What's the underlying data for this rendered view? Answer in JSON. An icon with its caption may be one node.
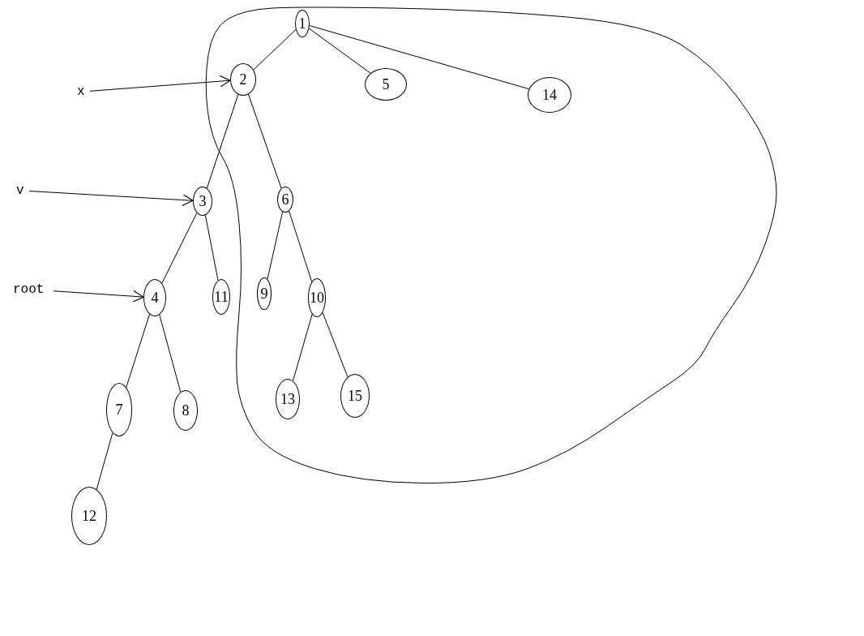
{
  "diagram": {
    "nodes": [
      {
        "text": [
          "1"
        ]
      },
      {
        "text": [
          "2"
        ]
      },
      {
        "text": [
          "5"
        ]
      },
      {
        "text": [
          "14"
        ]
      },
      {
        "text": [
          "x"
        ]
      },
      {
        "text": [
          "v"
        ]
      },
      {
        "text": [
          "3"
        ]
      },
      {
        "text": [
          "6"
        ]
      },
      {
        "text": [
          "root"
        ]
      },
      {
        "text": [
          "4"
        ]
      },
      {
        "text": [
          "11"
        ]
      },
      {
        "text": [
          "9"
        ]
      },
      {
        "text": [
          "10"
        ]
      },
      {
        "text": [
          "7"
        ]
      },
      {
        "text": [
          "8"
        ]
      },
      {
        "text": [
          "13"
        ]
      },
      {
        "text": [
          "15"
        ]
      },
      {
        "text": [
          "12"
        ]
      }
    ],
    "edges": [
      {
        "from": 0,
        "to": 1,
        "arrow": "none"
      },
      {
        "from": 0,
        "to": 2,
        "arrow": "none"
      },
      {
        "from": 0,
        "to": 3,
        "arrow": "none"
      },
      {
        "from": 1,
        "to": 6,
        "arrow": "none"
      },
      {
        "from": 1,
        "to": 7,
        "arrow": "none"
      },
      {
        "from": 6,
        "to": 9,
        "arrow": "none"
      },
      {
        "from": 6,
        "to": 10,
        "arrow": "none"
      },
      {
        "from": 7,
        "to": 11,
        "arrow": "none"
      },
      {
        "from": 7,
        "to": 12,
        "arrow": "none"
      },
      {
        "from": 9,
        "to": 13,
        "arrow": "none"
      },
      {
        "from": 9,
        "to": 14,
        "arrow": "none"
      },
      {
        "from": 12,
        "to": 15,
        "arrow": "none"
      },
      {
        "from": 12,
        "to": 16,
        "arrow": "none"
      },
      {
        "from": 13,
        "to": 17,
        "arrow": "none"
      },
      {
        "from": 4,
        "to": 1,
        "arrow": "to"
      },
      {
        "from": 5,
        "to": 6,
        "arrow": "to"
      },
      {
        "from": 8,
        "to": 9,
        "arrow": "to"
      }
    ]
  }
}
